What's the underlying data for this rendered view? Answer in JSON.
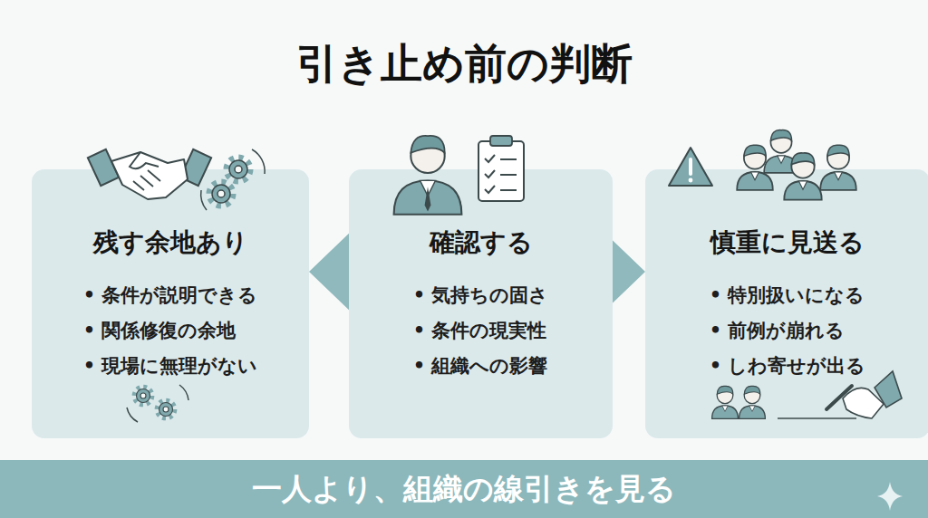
{
  "diagram": {
    "title": "引き止め前の判断",
    "nodes": [
      {
        "text": [
          "残す余地あり",
          "• 条件が説明できる",
          "• 関係修復の余地",
          "• 現場に無理がない"
        ]
      },
      {
        "text": [
          "確認する",
          "• 気持ちの固さ",
          "• 条件の現実性",
          "• 組織への影響"
        ]
      },
      {
        "text": [
          "慎重に見送る",
          "• 特別扱いになる",
          "• 前例が崩れる",
          "• しわ寄せが出る"
        ]
      },
      {
        "text": [
          "一人より、組織の線引きを見る"
        ]
      }
    ],
    "edges": [
      {
        "from": 1,
        "to": 0,
        "arrow": "to"
      },
      {
        "from": 1,
        "to": 2,
        "arrow": "to"
      }
    ]
  }
}
